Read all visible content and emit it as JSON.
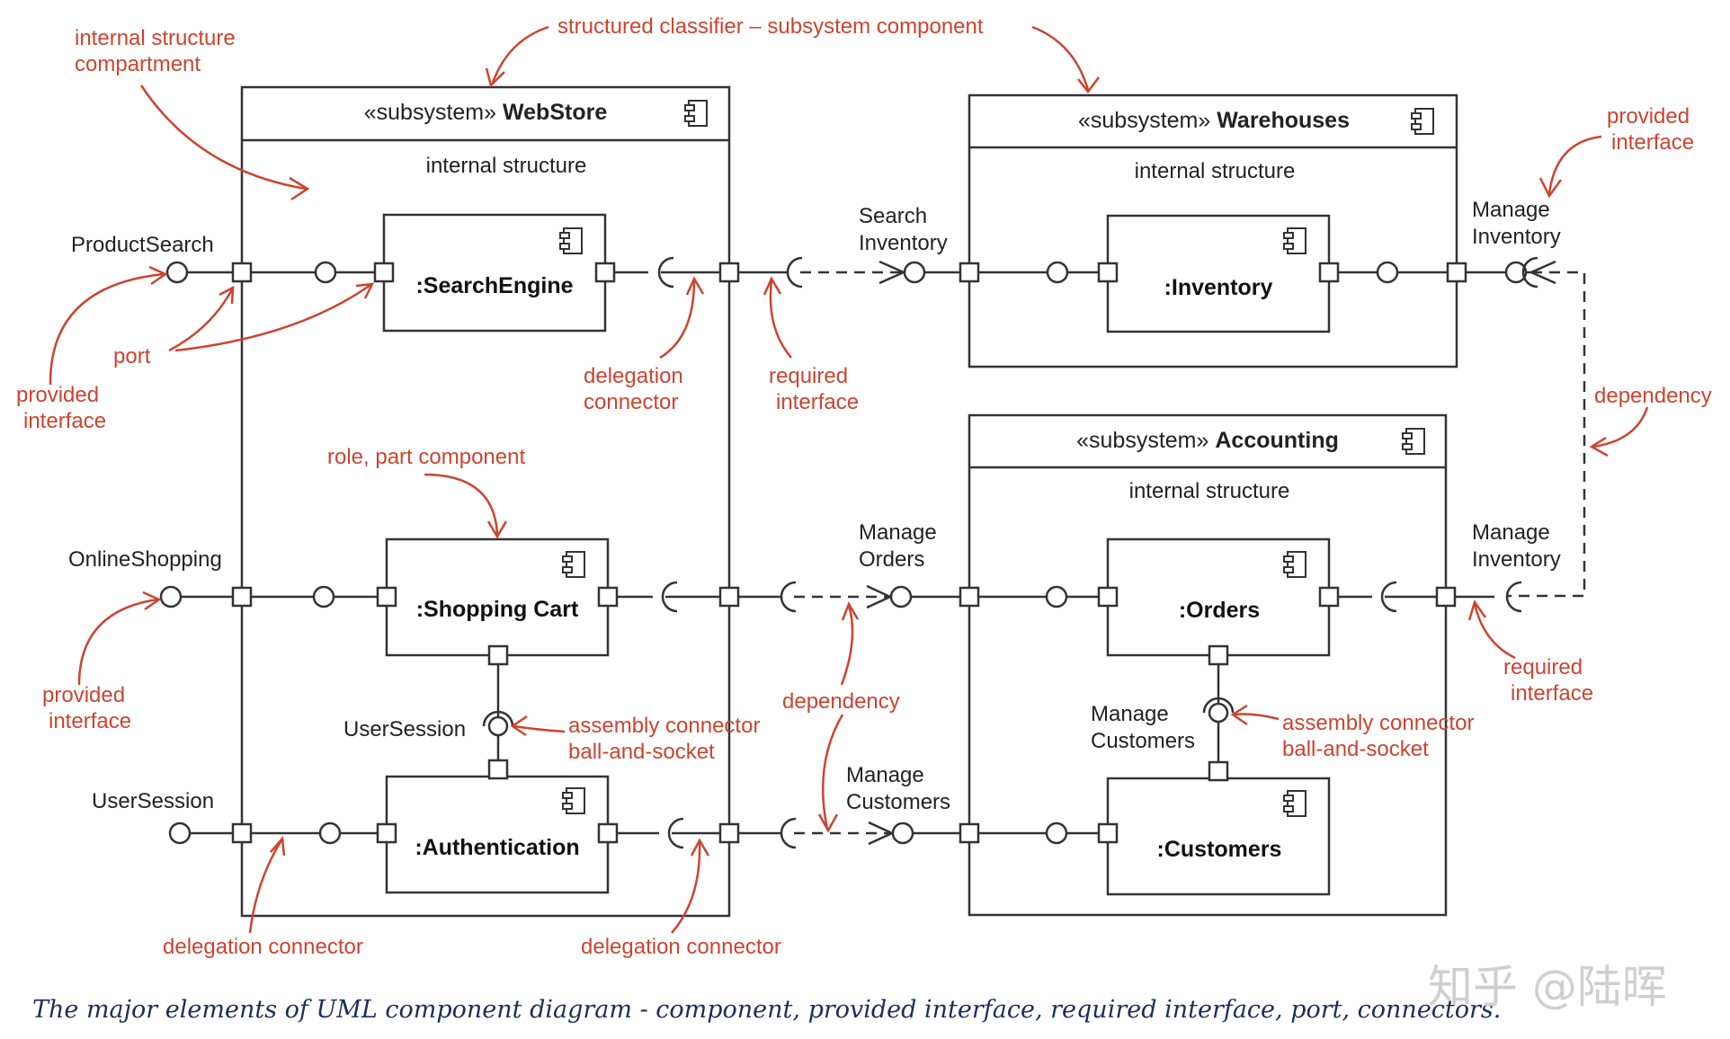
{
  "subsystems": {
    "webstore": {
      "stereotype": "«subsystem»",
      "name": "WebStore",
      "internal": "internal structure"
    },
    "warehouses": {
      "stereotype": "«subsystem»",
      "name": "Warehouses",
      "internal": "internal structure"
    },
    "accounting": {
      "stereotype": "«subsystem»",
      "name": "Accounting",
      "internal": "internal structure"
    }
  },
  "parts": {
    "search_engine": ":SearchEngine",
    "shopping_cart": ":Shopping Cart",
    "authentication": ":Authentication",
    "inventory": ":Inventory",
    "orders": ":Orders",
    "customers": ":Customers"
  },
  "interfaces": {
    "product_search": "ProductSearch",
    "online_shopping": "OnlineShopping",
    "user_session_inner": "UserSession",
    "user_session_outer": "UserSession",
    "search_inventory": [
      "Search",
      "Inventory"
    ],
    "manage_inventory_top": [
      "Manage",
      "Inventory"
    ],
    "manage_orders": [
      "Manage",
      "Orders"
    ],
    "manage_inventory_acc": [
      "Manage",
      "Inventory"
    ],
    "manage_customers_mid": [
      "Manage",
      "Customers"
    ],
    "manage_customers_acc": [
      "Manage",
      "Customers"
    ]
  },
  "annotations": {
    "internal_structure_compartment": [
      "internal structure",
      "compartment"
    ],
    "structured_classifier": "structured classifier – subsystem component",
    "provided_interface_top_right": [
      "provided",
      "interface"
    ],
    "port": "port",
    "provided_interface_left_top": [
      "provided",
      "interface"
    ],
    "delegation_connector_top": [
      "delegation",
      "connector"
    ],
    "required_interface_top": [
      "required",
      "interface"
    ],
    "dependency_right": "dependency",
    "role_part_component": "role, part component",
    "provided_interface_left_mid": [
      "provided",
      "interface"
    ],
    "assembly_connector_left": [
      "assembly connector",
      "ball-and-socket"
    ],
    "dependency_mid": "dependency",
    "assembly_connector_right": [
      "assembly connector",
      "ball-and-socket"
    ],
    "required_interface_right": [
      "required",
      "interface"
    ],
    "delegation_connector_bottom_left": "delegation connector",
    "delegation_connector_bottom_mid": "delegation connector"
  },
  "caption": "The major elements of UML component diagram - component, provided interface, required interface, port, connectors.",
  "watermark": "知乎 @陆晖",
  "colors": {
    "annotation": "#cc4430",
    "line": "#333333",
    "caption": "#1a2f5a"
  }
}
